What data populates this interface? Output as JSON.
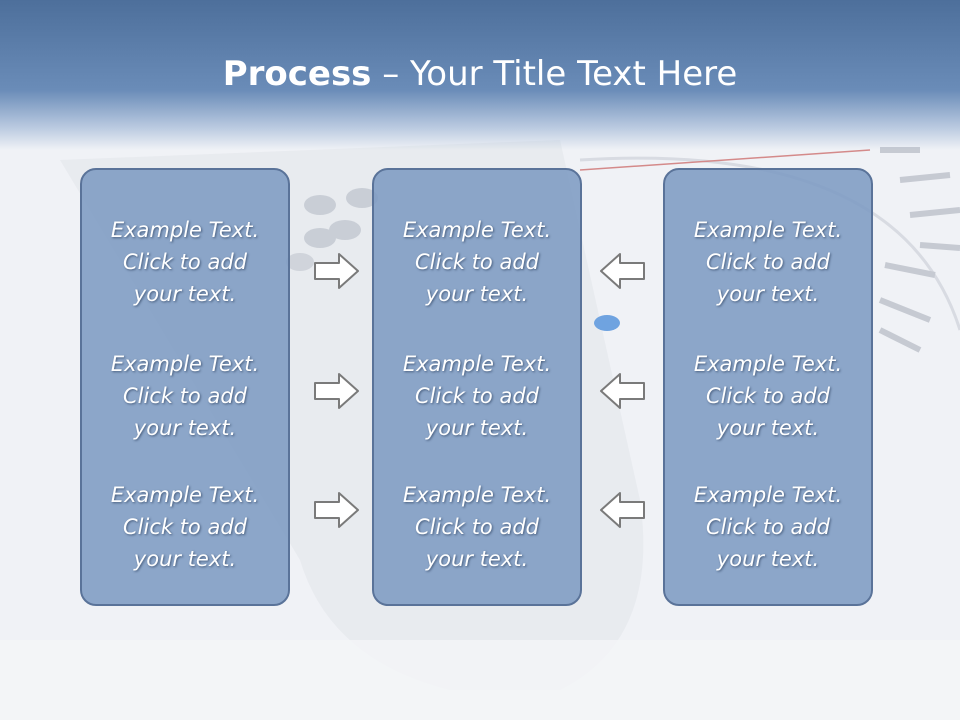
{
  "slide": {
    "title_bold": "Process",
    "title_rest": " – Your Title Text Here"
  },
  "columns": [
    {
      "items": [
        [
          "Example Text.",
          "Click  to add",
          "your text."
        ],
        [
          "Example Text.",
          "Click  to add",
          "your text."
        ],
        [
          "Example Text.",
          "Click  to add",
          "your text."
        ]
      ]
    },
    {
      "items": [
        [
          "Example Text.",
          "Click  to add",
          "your text."
        ],
        [
          "Example Text.",
          "Click  to add",
          "your text."
        ],
        [
          "Example Text.",
          "Click  to add",
          "your text."
        ]
      ]
    },
    {
      "items": [
        [
          "Example Text.",
          "Click  to add",
          "your text."
        ],
        [
          "Example Text.",
          "Click  to add",
          "your text."
        ],
        [
          "Example Text.",
          "Click  to add",
          "your text."
        ]
      ]
    }
  ],
  "arrows": {
    "left_group": "right-arrow-icon",
    "right_group": "left-arrow-icon"
  },
  "colors": {
    "header": "#5a7ca8",
    "panel": "#7d9bc3",
    "panel_border": "#5a7399",
    "text": "#ffffff"
  }
}
